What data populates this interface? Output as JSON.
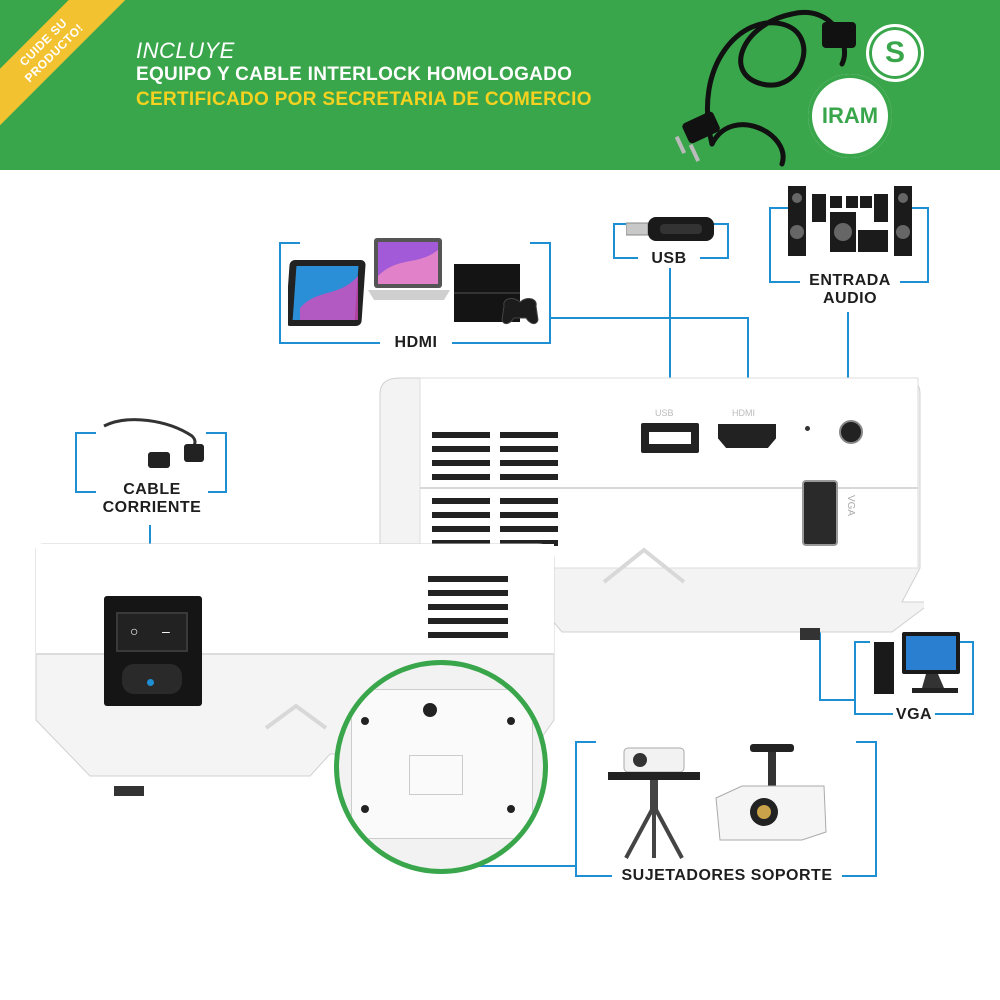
{
  "banner": {
    "ribbon_line1": "CUIDE SU",
    "ribbon_line2": "PRODUCTO!",
    "line1": "INCLUYE",
    "line2": "EQUIPO Y CABLE INTERLOCK HOMOLOGADO",
    "line3": "CERTIFICADO POR SECRETARIA DE COMERCIO",
    "seal_s": "S",
    "seal_iram": "IRAM"
  },
  "labels": {
    "hdmi": "HDMI",
    "usb": "USB",
    "audio_line1": "ENTRADA",
    "audio_line2": "AUDIO",
    "cable_line1": "CABLE",
    "cable_line2": "CORRIENTE",
    "vga": "VGA",
    "mounts": "SUJETADORES SOPORTE"
  },
  "port_text": {
    "usb": "USB",
    "hdmi": "HDMI",
    "vga": "VGA"
  },
  "colors": {
    "banner_green": "#3aa64b",
    "headline_yellow": "#f4d21f",
    "ribbon_yellow": "#f2c230",
    "callout_blue": "#1f8fd4",
    "zoom_green": "#3aa64b"
  },
  "icons": [
    "power-cable-icon",
    "iram-seal-icon",
    "s-seal-icon",
    "tablet-icon",
    "laptop-icon",
    "game-console-icon",
    "usb-stick-icon",
    "speakers-icon",
    "desktop-pc-icon",
    "tripod-projector-icon",
    "ceiling-projector-icon"
  ]
}
